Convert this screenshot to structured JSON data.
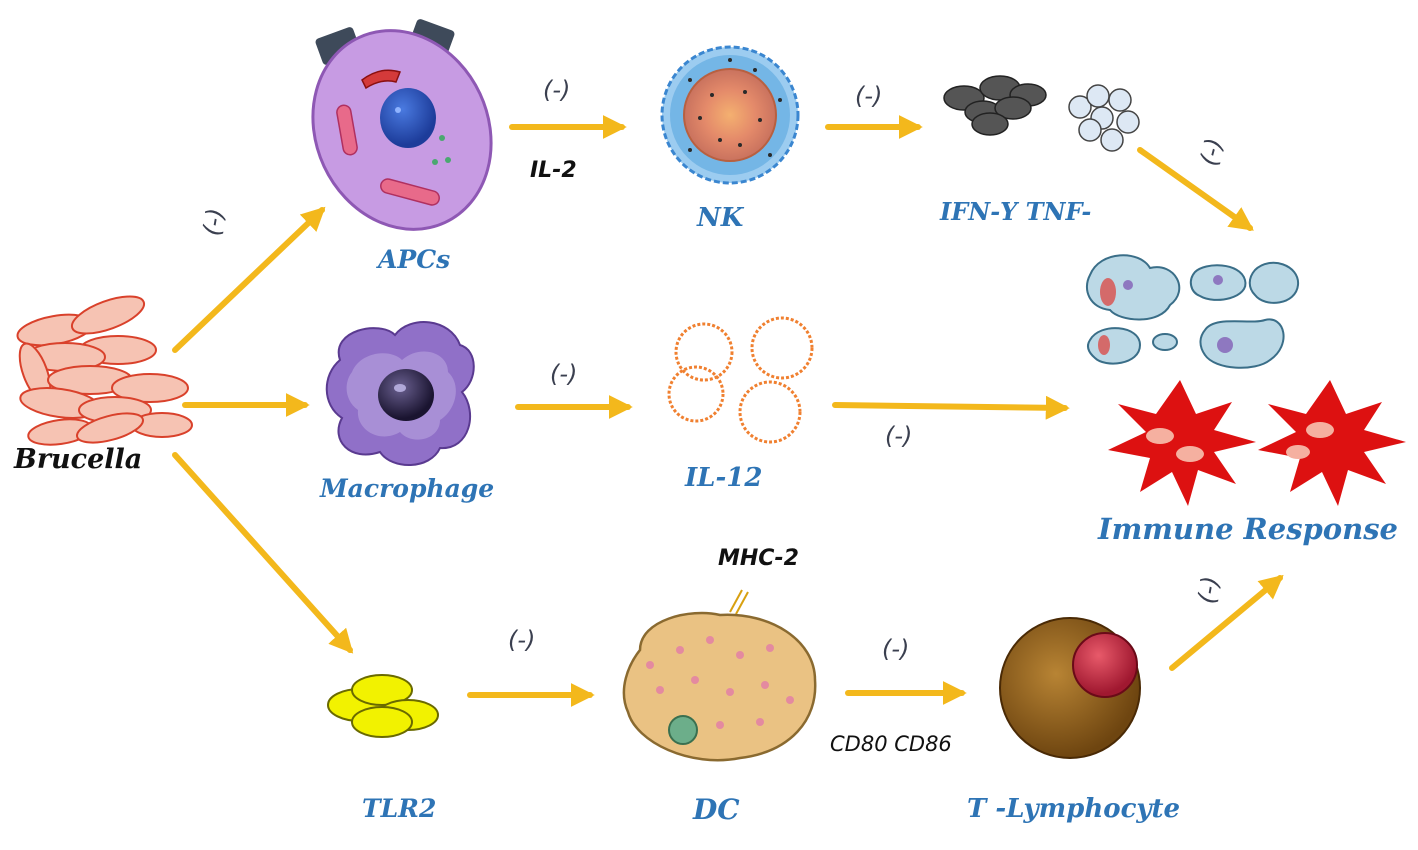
{
  "labels": {
    "brucella": "Brucella",
    "apcs": "APCs",
    "macrophage": "Macrophage",
    "tlr2": "TLR2",
    "il2": "IL-2",
    "nk": "NK",
    "il12": "IL-12",
    "dc": "DC",
    "mhc2": "MHC-2",
    "ifn_tnf": "IFN-Υ  TNF-",
    "cd80_cd86": "CD80  CD86",
    "t_lymphocyte": "T -Lymphocyte",
    "immune_response": "Immune  Response"
  },
  "sign": "(-)",
  "colors": {
    "arrow": "#f3b81c",
    "label_blue": "#2e74b5",
    "label_black": "#111111",
    "sign_gray": "#3a3f4f",
    "brucella_fill": "#f6c3b3",
    "brucella_stroke": "#d9412b",
    "apc_fill": "#c79be3",
    "nk_fill": "#5aa6e0",
    "macrophage_fill": "#9070c8",
    "il12_stroke": "#f08030",
    "tlr2_fill": "#f2f200",
    "dc_fill": "#eac283",
    "t_cell_fill": "#8b5a14",
    "infected_cell_fill": "#bcd9e6",
    "burst_red": "#dd1111"
  },
  "icons": [
    "brucella-bacteria-icon",
    "apc-cell-icon",
    "nk-cell-icon",
    "cytokine-ifn-icon",
    "cytokine-tnf-icon",
    "macrophage-cell-icon",
    "il12-ring-icon",
    "tlr2-receptor-icon",
    "dendritic-cell-icon",
    "t-lymphocyte-cell-icon",
    "infected-cells-icon",
    "immune-burst-icon"
  ]
}
